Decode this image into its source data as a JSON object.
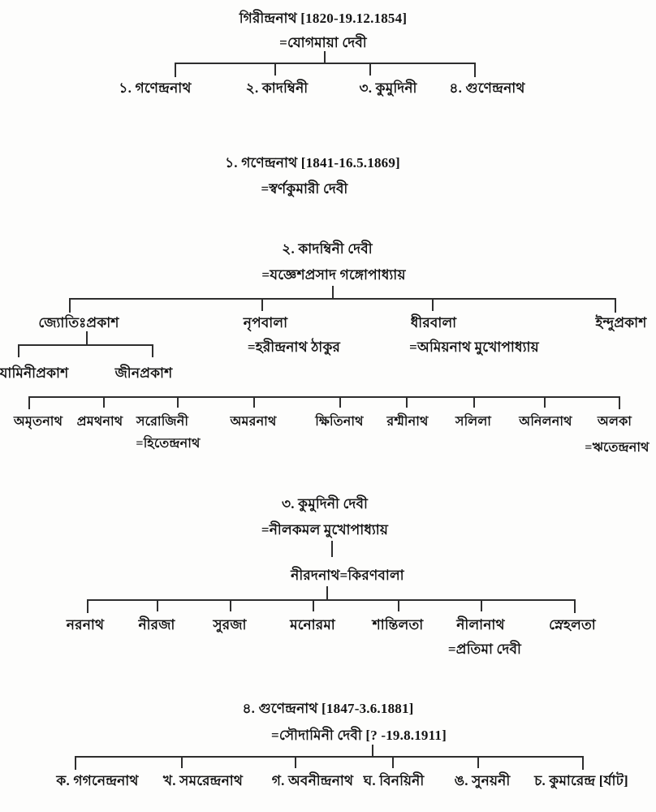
{
  "root": {
    "name": "গিরীন্দ্রনাথ [1820-19.12.1854]",
    "spouse": "=যোগমায়া দেবী",
    "children": [
      {
        "label": "১. গণেন্দ্রনাথ"
      },
      {
        "label": "২. কাদম্বিনী"
      },
      {
        "label": "৩. কুমুদিনী"
      },
      {
        "label": "৪. গুণেন্দ্রনাথ"
      }
    ]
  },
  "section_ganendranath": {
    "name": "১. গণেন্দ্রনাথ [1841-16.5.1869]",
    "spouse": "=স্বর্ণকুমারী দেবী"
  },
  "section_kadambini": {
    "name": "২. কাদম্বিনী দেবী",
    "spouse": "=যজ্ঞেশপ্রসাদ গঙ্গোপাধ্যায়",
    "children": [
      {
        "label": "জ্যোতিঃপ্রকাশ"
      },
      {
        "label": "নৃপবালা",
        "spouse": "=হরীন্দ্রনাথ ঠাকুর"
      },
      {
        "label": "ধীরবালা",
        "spouse": "=অমিয়নাথ মুখোপাধ্যায়"
      },
      {
        "label": "ইন্দুপ্রকাশ"
      }
    ],
    "jyoti_children": [
      {
        "label": "যামিনীপ্রকাশ"
      },
      {
        "label": "জীনপ্রকাশ"
      }
    ],
    "grandchildren": [
      {
        "label": "অমৃতনাথ"
      },
      {
        "label": "প্রমথনাথ"
      },
      {
        "label": "সরোজিনী",
        "spouse": "=হিতেন্দ্রনাথ"
      },
      {
        "label": "অমরনাথ"
      },
      {
        "label": "ক্ষিতিনাথ"
      },
      {
        "label": "রশ্মীনাথ"
      },
      {
        "label": "সলিলা"
      },
      {
        "label": "অনিলনাথ"
      },
      {
        "label": "অলকা",
        "spouse": "=ঋতেন্দ্রনাথ"
      }
    ]
  },
  "section_kumudini": {
    "name": "৩. কুমুদিনী দেবী",
    "spouse": "=নীলকমল মুখোপাধ্যায়",
    "couple": "নীরদনাথ=কিরণবালা",
    "children": [
      {
        "label": "নরনাথ"
      },
      {
        "label": "নীরজা"
      },
      {
        "label": "সুরজা"
      },
      {
        "label": "মনোরমা"
      },
      {
        "label": "শান্তিলতা"
      },
      {
        "label": "নীলানাথ",
        "spouse": "=প্রতিমা দেবী"
      },
      {
        "label": "স্নেহলতা"
      }
    ]
  },
  "section_gunendranath": {
    "name": "৪. গুণেন্দ্রনাথ [1847-3.6.1881]",
    "spouse": "=সৌদামিনী দেবী [? -19.8.1911]",
    "children": [
      {
        "label": "ক. গগনেন্দ্রনাথ"
      },
      {
        "label": "খ. সমরেন্দ্রনাথ"
      },
      {
        "label": "গ. অবনীন্দ্রনাথ"
      },
      {
        "label": "ঘ. বিনয়িনী"
      },
      {
        "label": "ঙ. সুনয়নী"
      },
      {
        "label": "চ. কুমারেন্দ্র [র্যাট]"
      }
    ]
  }
}
